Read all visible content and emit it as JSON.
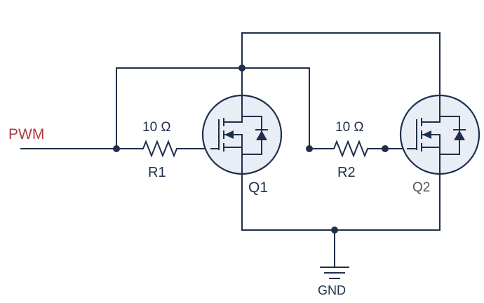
{
  "input": {
    "label": "PWM",
    "color": "#b23a3f"
  },
  "resistors": [
    {
      "name": "R1",
      "value": "10 Ω"
    },
    {
      "name": "R2",
      "value": "10 Ω"
    }
  ],
  "transistors": [
    {
      "name": "Q1"
    },
    {
      "name": "Q2",
      "color": "#555555"
    }
  ],
  "ground": {
    "label": "GND"
  },
  "colors": {
    "wire": "#1f2f4a",
    "fet_fill": "#e9eef6"
  }
}
